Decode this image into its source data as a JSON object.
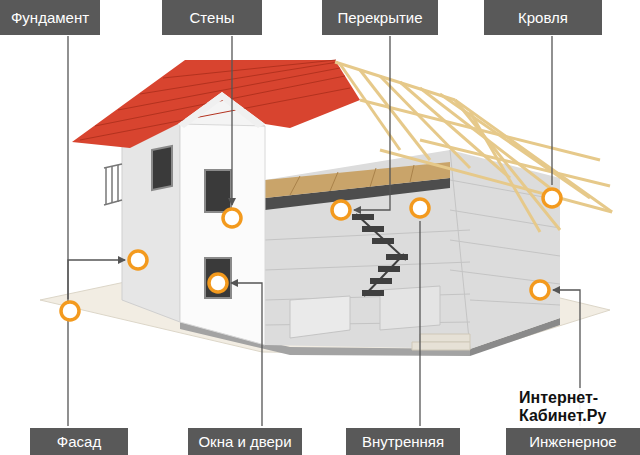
{
  "diagram": {
    "nodes": [
      {
        "text": [
          "Фундамент"
        ]
      },
      {
        "text": [
          "Стены"
        ]
      },
      {
        "text": [
          "Перекрытие"
        ]
      },
      {
        "text": [
          "Кровля"
        ]
      },
      {
        "text": [
          "Фасад"
        ]
      },
      {
        "text": [
          "Окна и двери"
        ]
      },
      {
        "text": [
          "Внутренняя"
        ]
      },
      {
        "text": [
          "Инженерное"
        ]
      }
    ],
    "labels": [
      "Интернет-Кабинет.Ру"
    ]
  }
}
